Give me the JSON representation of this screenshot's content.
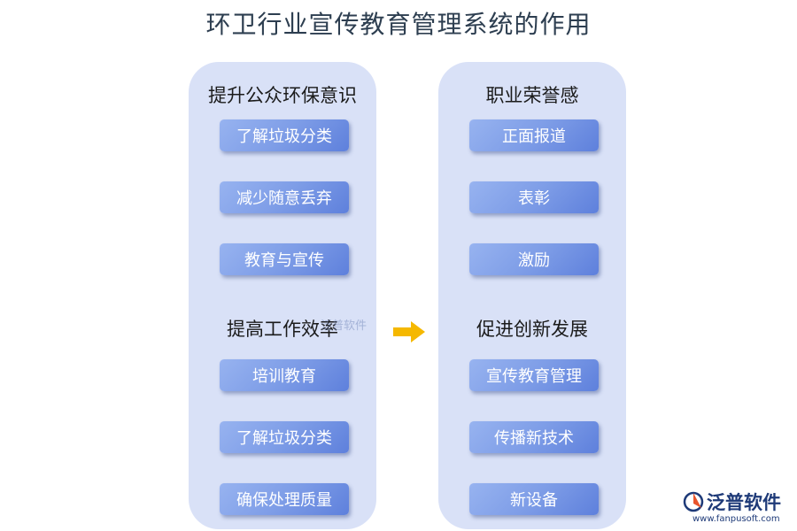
{
  "title": "环卫行业宣传教育管理系统的作用",
  "left_panel": {
    "group1": {
      "heading": "提升公众环保意识",
      "items": [
        "了解垃圾分类",
        "减少随意丢弃",
        "教育与宣传"
      ]
    },
    "group2": {
      "heading": "提高工作效率",
      "items": [
        "培训教育",
        "了解垃圾分类",
        "确保处理质量"
      ]
    }
  },
  "right_panel": {
    "group1": {
      "heading": "职业荣誉感",
      "items": [
        "正面报道",
        "表彰",
        "激励"
      ]
    },
    "group2": {
      "heading": "促进创新发展",
      "items": [
        "宣传教育管理",
        "传播新技术",
        "新设备"
      ]
    }
  },
  "watermark": "泛普软件",
  "logo": {
    "text": "泛普软件",
    "url": "www.fanpusoft.com"
  },
  "colors": {
    "panel": "#d9e1f7",
    "button_light": "#97b3f0",
    "button_dark": "#5e80dc",
    "arrow": "#f5b800",
    "logo_accent": "#e8552d"
  }
}
